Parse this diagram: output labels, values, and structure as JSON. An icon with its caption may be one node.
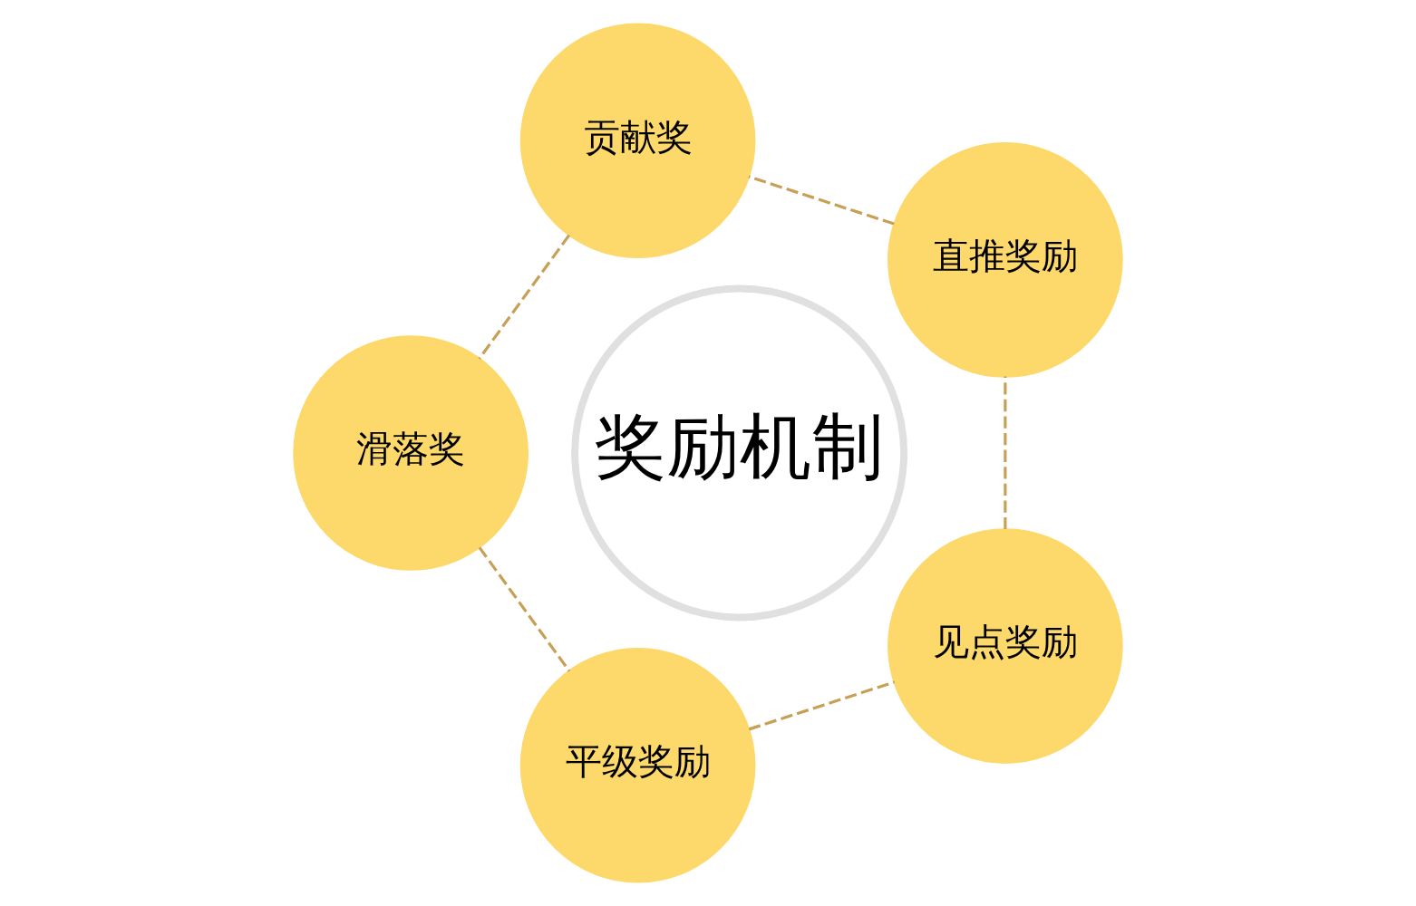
{
  "diagram": {
    "nodes": [
      {
        "text": [
          "奖励机制"
        ]
      },
      {
        "text": [
          "直推奖励"
        ]
      },
      {
        "text": [
          "贡献奖"
        ]
      },
      {
        "text": [
          "滑落奖"
        ]
      },
      {
        "text": [
          "平级奖励"
        ]
      },
      {
        "text": [
          "见点奖励"
        ]
      }
    ],
    "edges": [
      {
        "from": 1,
        "to": 2,
        "arrow": "none",
        "style": "dashed"
      },
      {
        "from": 2,
        "to": 3,
        "arrow": "none",
        "style": "dashed"
      },
      {
        "from": 3,
        "to": 4,
        "arrow": "none",
        "style": "dashed"
      },
      {
        "from": 4,
        "to": 5,
        "arrow": "none",
        "style": "dashed"
      },
      {
        "from": 5,
        "to": 1,
        "arrow": "none",
        "style": "dashed"
      }
    ]
  }
}
